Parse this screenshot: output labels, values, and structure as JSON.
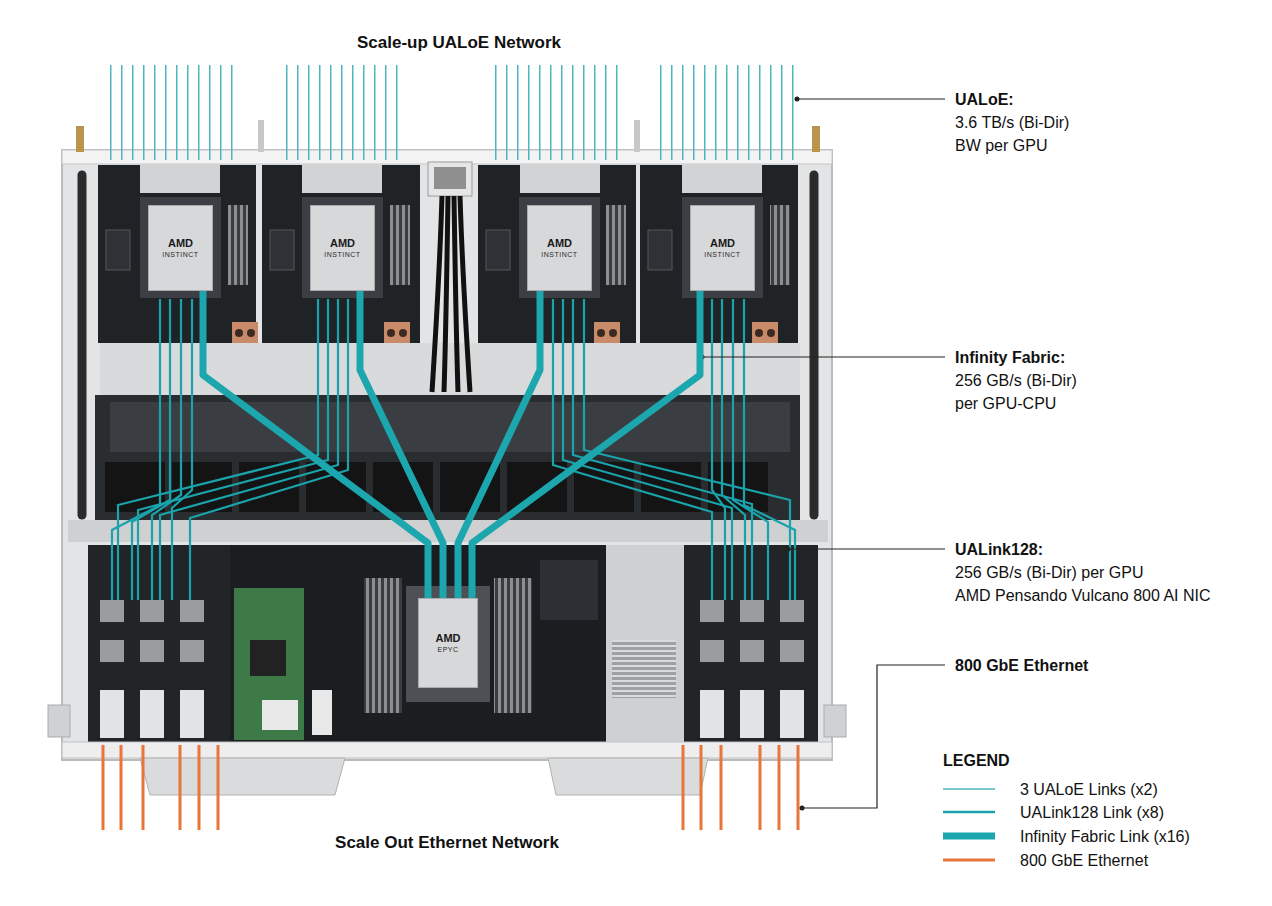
{
  "diagram": {
    "title": "Scale-up UALoE Network",
    "caption": "Scale Out Ethernet Network",
    "nodes": [
      {
        "text": [
          "AMD",
          "INSTINCT"
        ]
      },
      {
        "text": [
          "AMD",
          "INSTINCT"
        ]
      },
      {
        "text": [
          "AMD",
          "INSTINCT"
        ]
      },
      {
        "text": [
          "AMD",
          "INSTINCT"
        ]
      },
      {
        "text": [
          "AMD",
          "EPYC"
        ]
      }
    ],
    "edges": [
      {
        "from": 0,
        "to": 4,
        "arrow": "none"
      },
      {
        "from": 1,
        "to": 4,
        "arrow": "none"
      },
      {
        "from": 2,
        "to": 4,
        "arrow": "none"
      },
      {
        "from": 3,
        "to": 4,
        "arrow": "none"
      }
    ],
    "labels": [
      "UALoE:",
      "3.6 TB/s (Bi-Dir) BW per GPU",
      "Infinity Fabric:",
      "256 GB/s (Bi-Dir) per GPU-CPU",
      "UALink128:",
      "256 GB/s (Bi-Dir) per GPU",
      "AMD Pensando Vulcano 800 AI NIC",
      "800 GbE Ethernet",
      "LEGEND"
    ],
    "legend": [
      {
        "text": "3 UALoE Links (x2)"
      },
      {
        "text": "UALink128 Link (x8)"
      },
      {
        "text": "Infinity Fabric Link (x16)"
      },
      {
        "text": "800 GbE Ethernet"
      }
    ]
  }
}
